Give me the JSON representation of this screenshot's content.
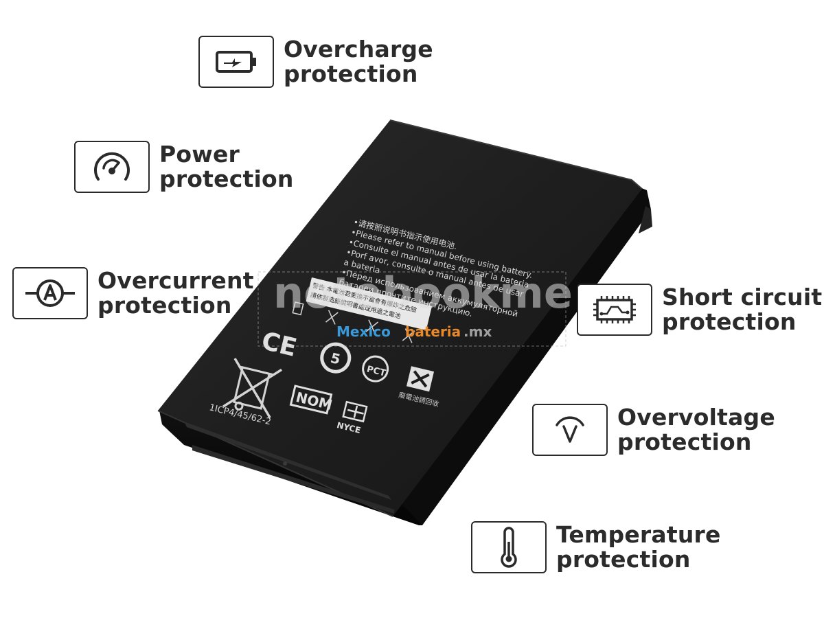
{
  "features": [
    {
      "id": "overcharge",
      "line1": "Overcharge",
      "line2": "protection",
      "icon": "battery-charge-icon"
    },
    {
      "id": "power",
      "line1": "Power",
      "line2": "protection",
      "icon": "gauge-icon"
    },
    {
      "id": "overcurrent",
      "line1": "Overcurrent",
      "line2": "protection",
      "icon": "ammeter-icon"
    },
    {
      "id": "short",
      "line1": "Short circuit",
      "line2": "protection",
      "icon": "circuit-board-icon"
    },
    {
      "id": "overvoltage",
      "line1": "Overvoltage",
      "line2": "protection",
      "icon": "voltage-icon"
    },
    {
      "id": "temperature",
      "line1": "Temperature",
      "line2": "protection",
      "icon": "thermometer-icon"
    }
  ],
  "battery": {
    "warning_lines": [
      "•请按照说明书指示使用电池.",
      "•Please refer to manual before using battery.",
      "•Consulte el manual antes de usar la bateria",
      "•Porf avor,  consulte o manual antes de usar",
      "  a bateria",
      "•Перед  использованием  аккумуляторной",
      "батареи прочтите инструкцию."
    ],
    "cjk_line_1": "警告 本電池若更換不當會有爆炸之危險",
    "cjk_line_2": "請依製造廠說明書處理用過之電池",
    "model": "1ICP4/45/62-2",
    "nom": "NOM",
    "nyce": "NYCE",
    "recycle_text": "廢電池請回收",
    "ce_mark": "CE",
    "eco_number": "5",
    "pct_mark": "PCT",
    "watermark_main": "notebookme",
    "watermark_blue": "Mexico",
    "watermark_orange": "bateria",
    "watermark_tld": ".mx"
  },
  "colors": {
    "text": "#2b2b2b",
    "battery_body": "#1c1c1c",
    "watermark_blue": "#3a9ad9",
    "watermark_orange": "#e8892b"
  }
}
